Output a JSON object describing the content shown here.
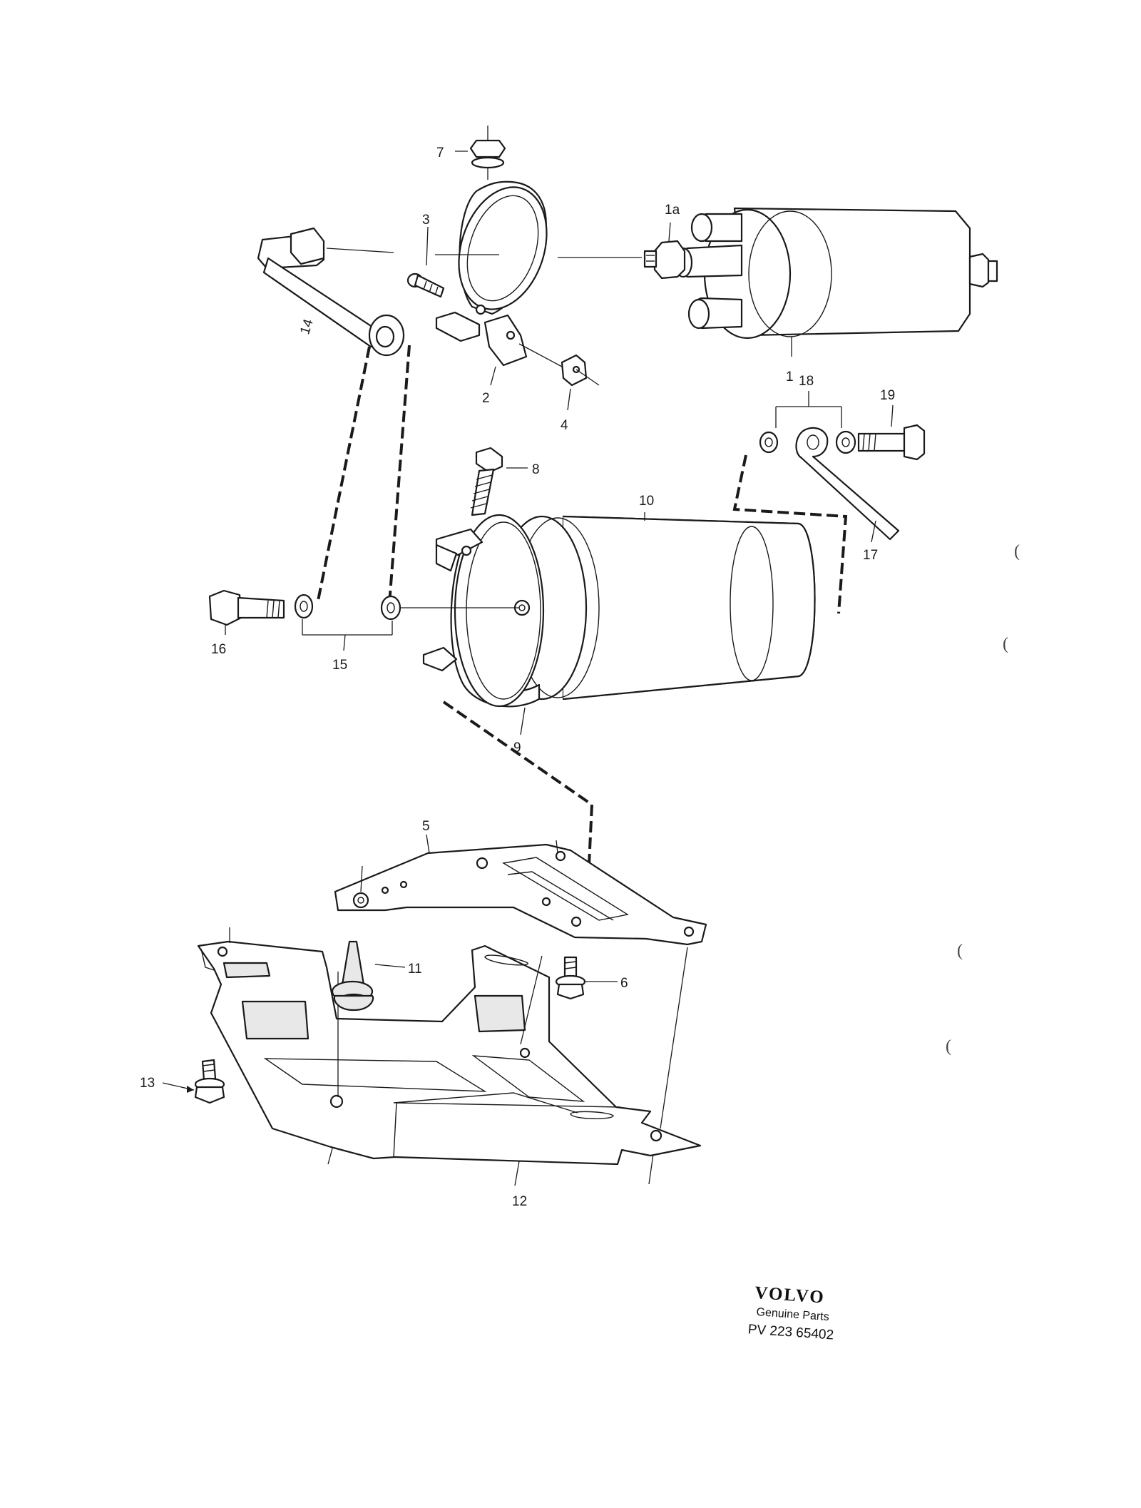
{
  "callouts": {
    "c1": "1",
    "c1a": "1a",
    "c2": "2",
    "c3": "3",
    "c4": "4",
    "c5": "5",
    "c6": "6",
    "c7": "7",
    "c8": "8",
    "c9": "9",
    "c10": "10",
    "c11": "11",
    "c12": "12",
    "c13": "13",
    "c14": "14",
    "c15": "15",
    "c16": "16",
    "c17": "17",
    "c18": "18",
    "c19": "19"
  },
  "stamp": {
    "brand": "VOLVO",
    "subtitle": "Genuine Parts",
    "code": "PV 223 65402"
  },
  "edge_marks": [
    "(",
    "(",
    "(",
    "("
  ]
}
